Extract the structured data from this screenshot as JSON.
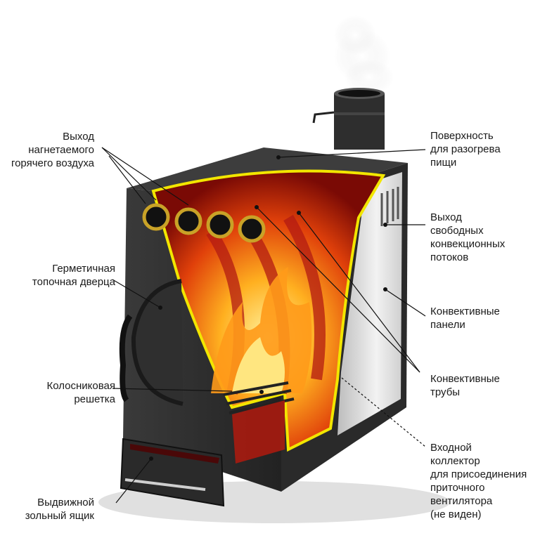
{
  "labels": {
    "hot_air_outlet": "Выход\nнагнетаемого\nгорячего воздуха",
    "firebox_door": "Герметичная\nтопочная дверца",
    "grate": "Колосниковая\nрешетка",
    "ash_drawer": "Выдвижной\nзольный ящик",
    "cooking_surface": "Поверхность\nдля разогрева\nпищи",
    "convection_outlet": "Выход\nсвободных\nконвекционных\nпотоков",
    "convective_panels": "Конвективные\nпанели",
    "convective_pipes": "Конвективные\nтрубы",
    "inlet_collector": "Входной\nколлектор\nдля присоединения\nприточного\nвентилятора\n(не виден)"
  },
  "colors": {
    "stove_body": "#2b2b2b",
    "stove_side": "#3a3a3a",
    "cutaway_outline": "#f2e600",
    "flame": "#ff8a1a",
    "pipe_ring": "#c9a227",
    "panel": "#e6e6e6"
  }
}
